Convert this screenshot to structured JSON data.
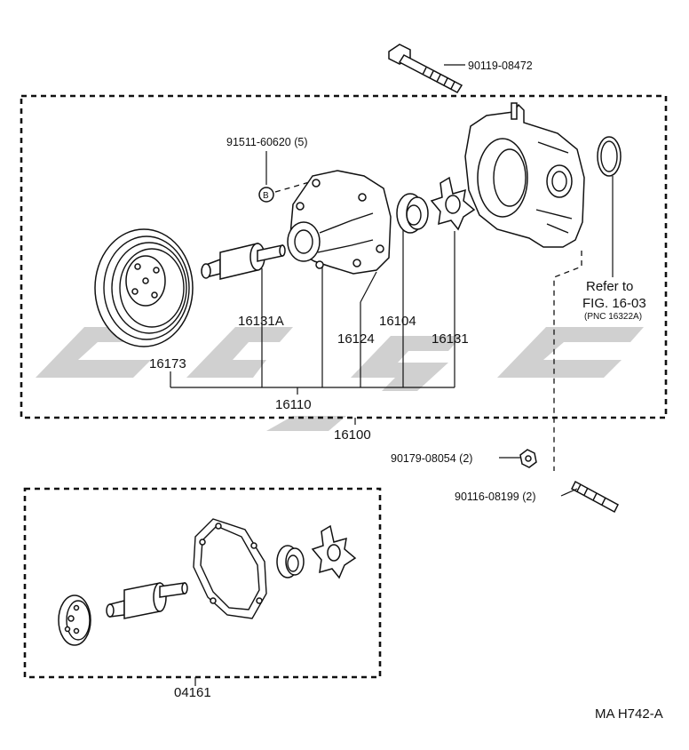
{
  "labels": {
    "bolt_top": "90119-08472",
    "bolt_b": "91511-60620 (5)",
    "b_marker": "B",
    "refer_line1": "Refer to",
    "refer_line2": "FIG. 16-03",
    "refer_line3": "(PNC 16322A)",
    "shaft": "16131A",
    "housing": "16124",
    "seal": "16104",
    "impeller": "16131",
    "pulley": "16173",
    "sub_assy": "16110",
    "pump_assy": "16100",
    "nut": "90179-08054 (2)",
    "stud": "90116-08199 (2)",
    "kit": "04161",
    "figure_code": "MA  H742-A"
  }
}
